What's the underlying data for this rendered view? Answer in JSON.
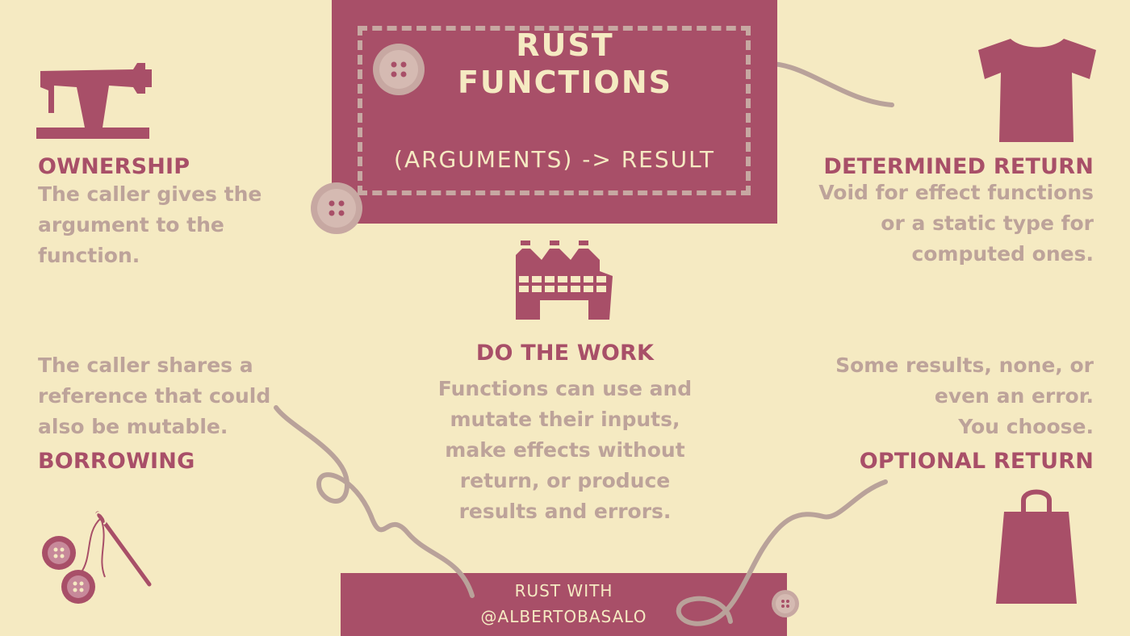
{
  "title_line1": "RUST",
  "title_line2": "FUNCTIONS",
  "subtitle": "(ARGUMENTS) -> RESULT",
  "ownership": {
    "heading": "OWNERSHIP",
    "lines": [
      "The caller gives the",
      "argument to the",
      "function."
    ]
  },
  "determined_return": {
    "heading": "DETERMINED RETURN",
    "lines": [
      "Void for effect functions",
      "or a static type for",
      "computed ones."
    ]
  },
  "do_the_work": {
    "heading": "DO THE WORK",
    "lines": [
      "Functions can use and",
      "mutate their inputs,",
      "make effects without",
      "return, or produce",
      "results and errors."
    ]
  },
  "borrowing": {
    "heading": "BORROWING",
    "lines": [
      "The caller shares a",
      "reference that could",
      "also be mutable."
    ]
  },
  "optional_return": {
    "heading": "OPTIONAL RETURN",
    "lines": [
      "Some results, none, or",
      "even an error.",
      "You choose."
    ]
  },
  "footer": {
    "line1": "RUST WITH",
    "line2": "@ALBERTOBASALO"
  },
  "colors": {
    "background": "#f5eac2",
    "accent": "#a84f68",
    "muted": "#bda39a",
    "thread": "#b9a29a"
  },
  "icons": [
    "sewing-machine-icon",
    "t-shirt-icon",
    "factory-icon",
    "buttons-needle-icon",
    "shopping-bag-icon",
    "button-icon"
  ]
}
